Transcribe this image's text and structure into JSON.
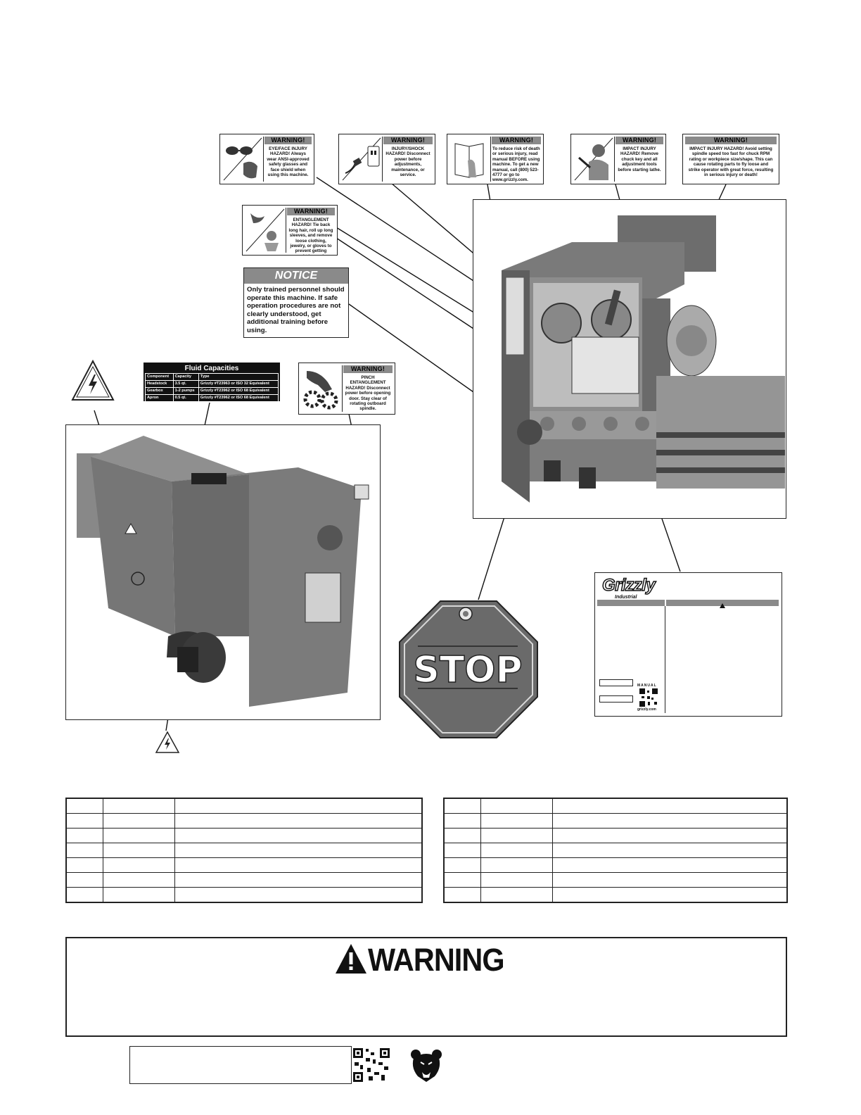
{
  "labels": {
    "eye": {
      "header": "WARNING!",
      "text": "EYE/FACE INJURY HAZARD! Always wear ANSI-approved safety glasses and face shield when using this machine."
    },
    "shock": {
      "header": "WARNING!",
      "text": "INJURY/SHOCK HAZARD! Disconnect power before adjustments, maintenance, or service."
    },
    "manual": {
      "header": "WARNING!",
      "text": "To reduce risk of death or serious injury, read manual BEFORE using machine. To get a new manual, call (800) 523-4777 or go to www.grizzly.com."
    },
    "impact_key": {
      "header": "WARNING!",
      "text": "IMPACT INJURY HAZARD! Remove chuck key and all adjustment tools before starting lathe."
    },
    "impact_speed": {
      "header": "WARNING!",
      "text": "IMPACT INJURY HAZARD! Avoid setting spindle speed too fast for chuck RPM rating or workpiece size/shape. This can cause rotating parts to fly loose and strike operator with great force, resulting in serious injury or death!"
    },
    "entangle": {
      "header": "WARNING!",
      "text": "ENTANGLEMENT HAZARD! Tie back long hair, roll up long sleeves, and remove loose clothing, jewelry, or gloves to prevent getting caught in moving parts."
    },
    "pinch": {
      "header": "WARNING!",
      "text": "PINCH ENTANGLEMENT HAZARD! Disconnect power before opening door. Stay clear of rotating outboard spindle."
    }
  },
  "notice": {
    "title": "NOTICE",
    "text": "Only trained personnel should operate this machine. If safe operation procedures are not clearly understood, get additional training before using."
  },
  "fluid": {
    "title": "Fluid Capacities",
    "headers": [
      "Component",
      "Capacity",
      "Type"
    ],
    "rows": [
      [
        "Headstock",
        "3.5 qt.",
        "Grizzly #T23963 or ISO 32 Equivalent"
      ],
      [
        "Gearbox",
        "1-2 pumps",
        "Grizzly #T23962 or ISO 68 Equivalent"
      ],
      [
        "Apron",
        "0.5 qt.",
        "Grizzly #T23962 or ISO 68 Equivalent"
      ]
    ]
  },
  "stop_sign": {
    "text": "STOP"
  },
  "id_plate": {
    "brand": "Grizzly",
    "brand_sub": "Industrial",
    "qr_caption_top": "MANUAL",
    "qr_caption_bottom": "grizzly.com"
  },
  "warning_box": {
    "title": "WARNING"
  },
  "colors": {
    "label_gray": "#8a8a8a",
    "stop_fill": "#6a6a6a",
    "ink": "#111111"
  }
}
